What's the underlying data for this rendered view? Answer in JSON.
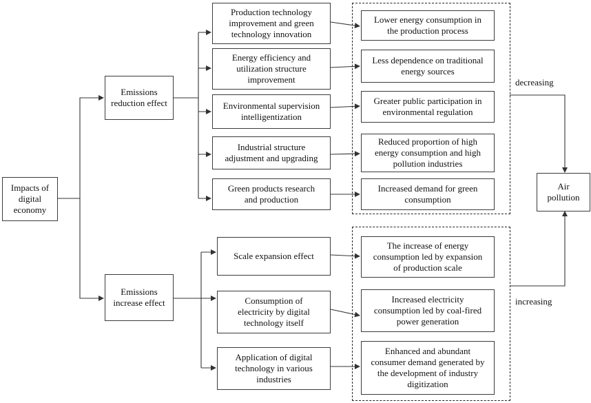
{
  "root": "Impacts of\ndigital\neconomy",
  "reduction": {
    "effect": "Emissions\nreduction effect",
    "mechanisms": [
      "Production technology\nimprovement and green\ntechnology innovation",
      "Energy efficiency  and\nutilization structure\nimprovement",
      "Environmental supervision\nintelligentization",
      "Industrial structure\nadjustment and upgrading",
      "Green products research\nand production"
    ],
    "outcomes": [
      "Lower energy consumption in\nthe production process",
      "Less dependence on traditional\nenergy sources",
      "Greater public participation in\nenvironmental regulation",
      "Reduced  proportion of high\nenergy consumption and high\npollution industries",
      "Increased demand for green\nconsumption"
    ],
    "direction": "decreasing"
  },
  "increase": {
    "effect": "Emissions\nincrease effect",
    "mechanisms": [
      "Scale expansion effect",
      "Consumption of\nelectricity by digital\ntechnology itself",
      "Application of digital\ntechnology in various\nindustries"
    ],
    "outcomes": [
      "The increase of energy\nconsumption led by expansion\nof production scale",
      "Increased electricity\nconsumption led by coal-fired\npower generation",
      "Enhanced and abundant\nconsumer demand generated by\nthe development of industry\ndigitization"
    ],
    "direction": "increasing"
  },
  "target": "Air\npollution"
}
